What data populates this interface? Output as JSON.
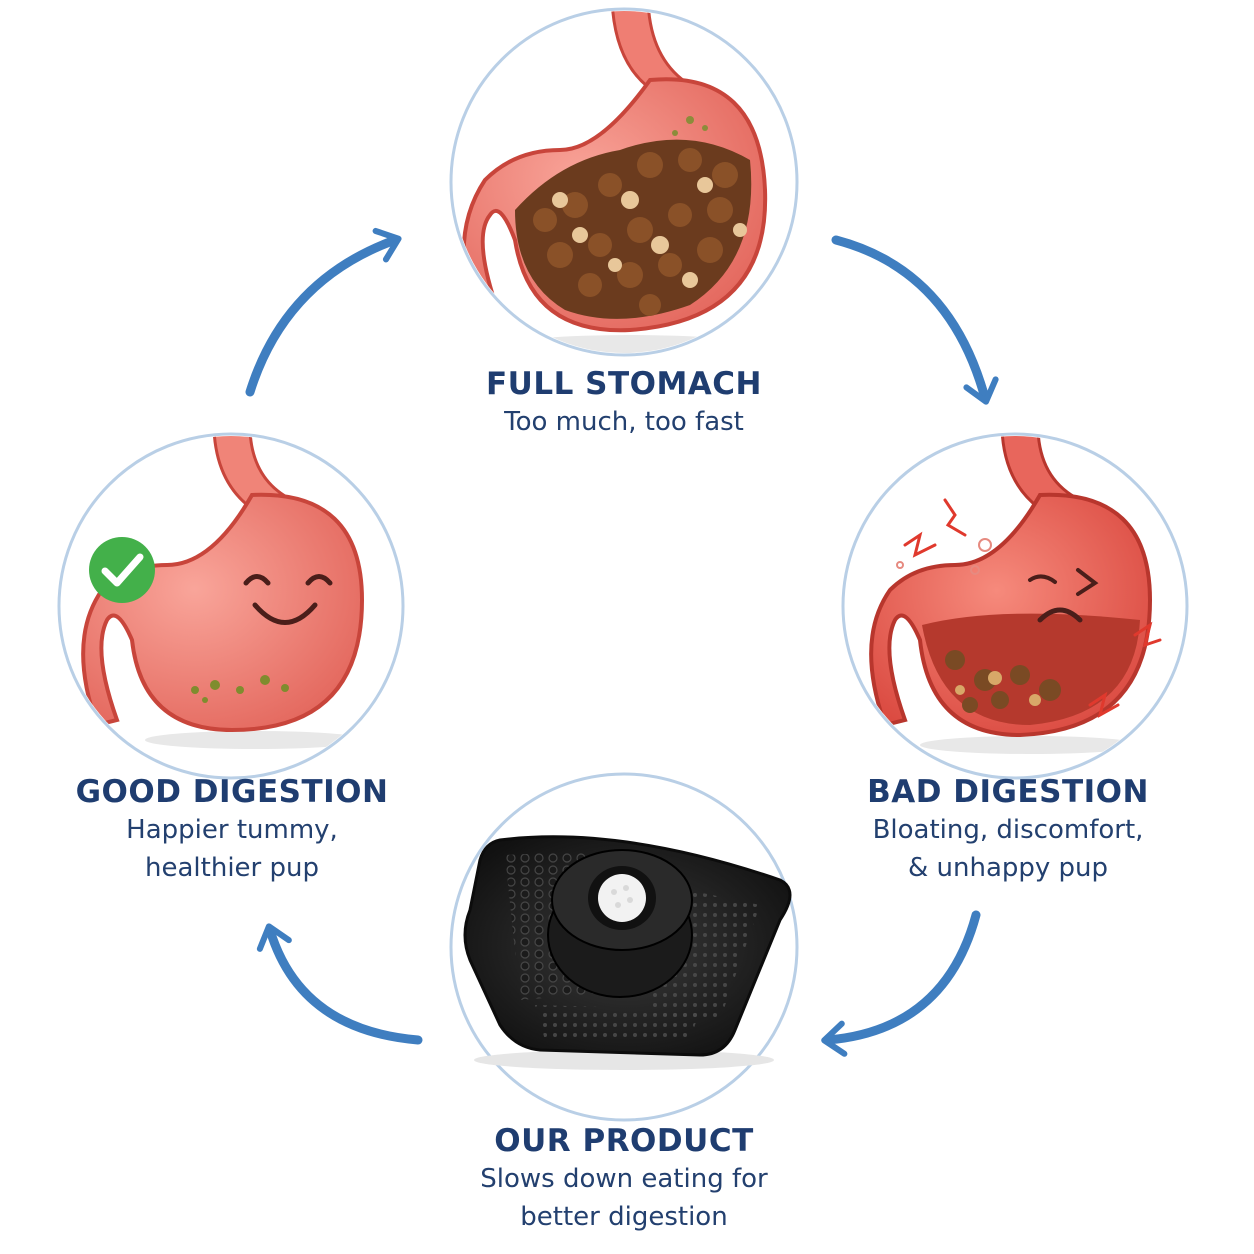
{
  "steps": {
    "full": {
      "title": "FULL STOMACH",
      "line1": "Too much, too fast",
      "line2": ""
    },
    "bad": {
      "title": "BAD DIGESTION",
      "line1": "Bloating, discomfort,",
      "line2": "& unhappy pup"
    },
    "product": {
      "title": "OUR PRODUCT",
      "line1": "Slows down eating for",
      "line2": "better digestion"
    },
    "good": {
      "title": "GOOD DIGESTION",
      "line1": "Happier tummy,",
      "line2": "healthier pup"
    }
  },
  "icons": {
    "cycle_arrow": "arrow-icon",
    "check": "checkmark-icon",
    "product": "slow-feeder-lick-mat"
  },
  "colors": {
    "arrow": "#3f7ec0",
    "circle_border": "#b9cfe6",
    "title_text": "#1f3d70",
    "stomach": "#ef7e73",
    "check_green": "#43b04a"
  }
}
